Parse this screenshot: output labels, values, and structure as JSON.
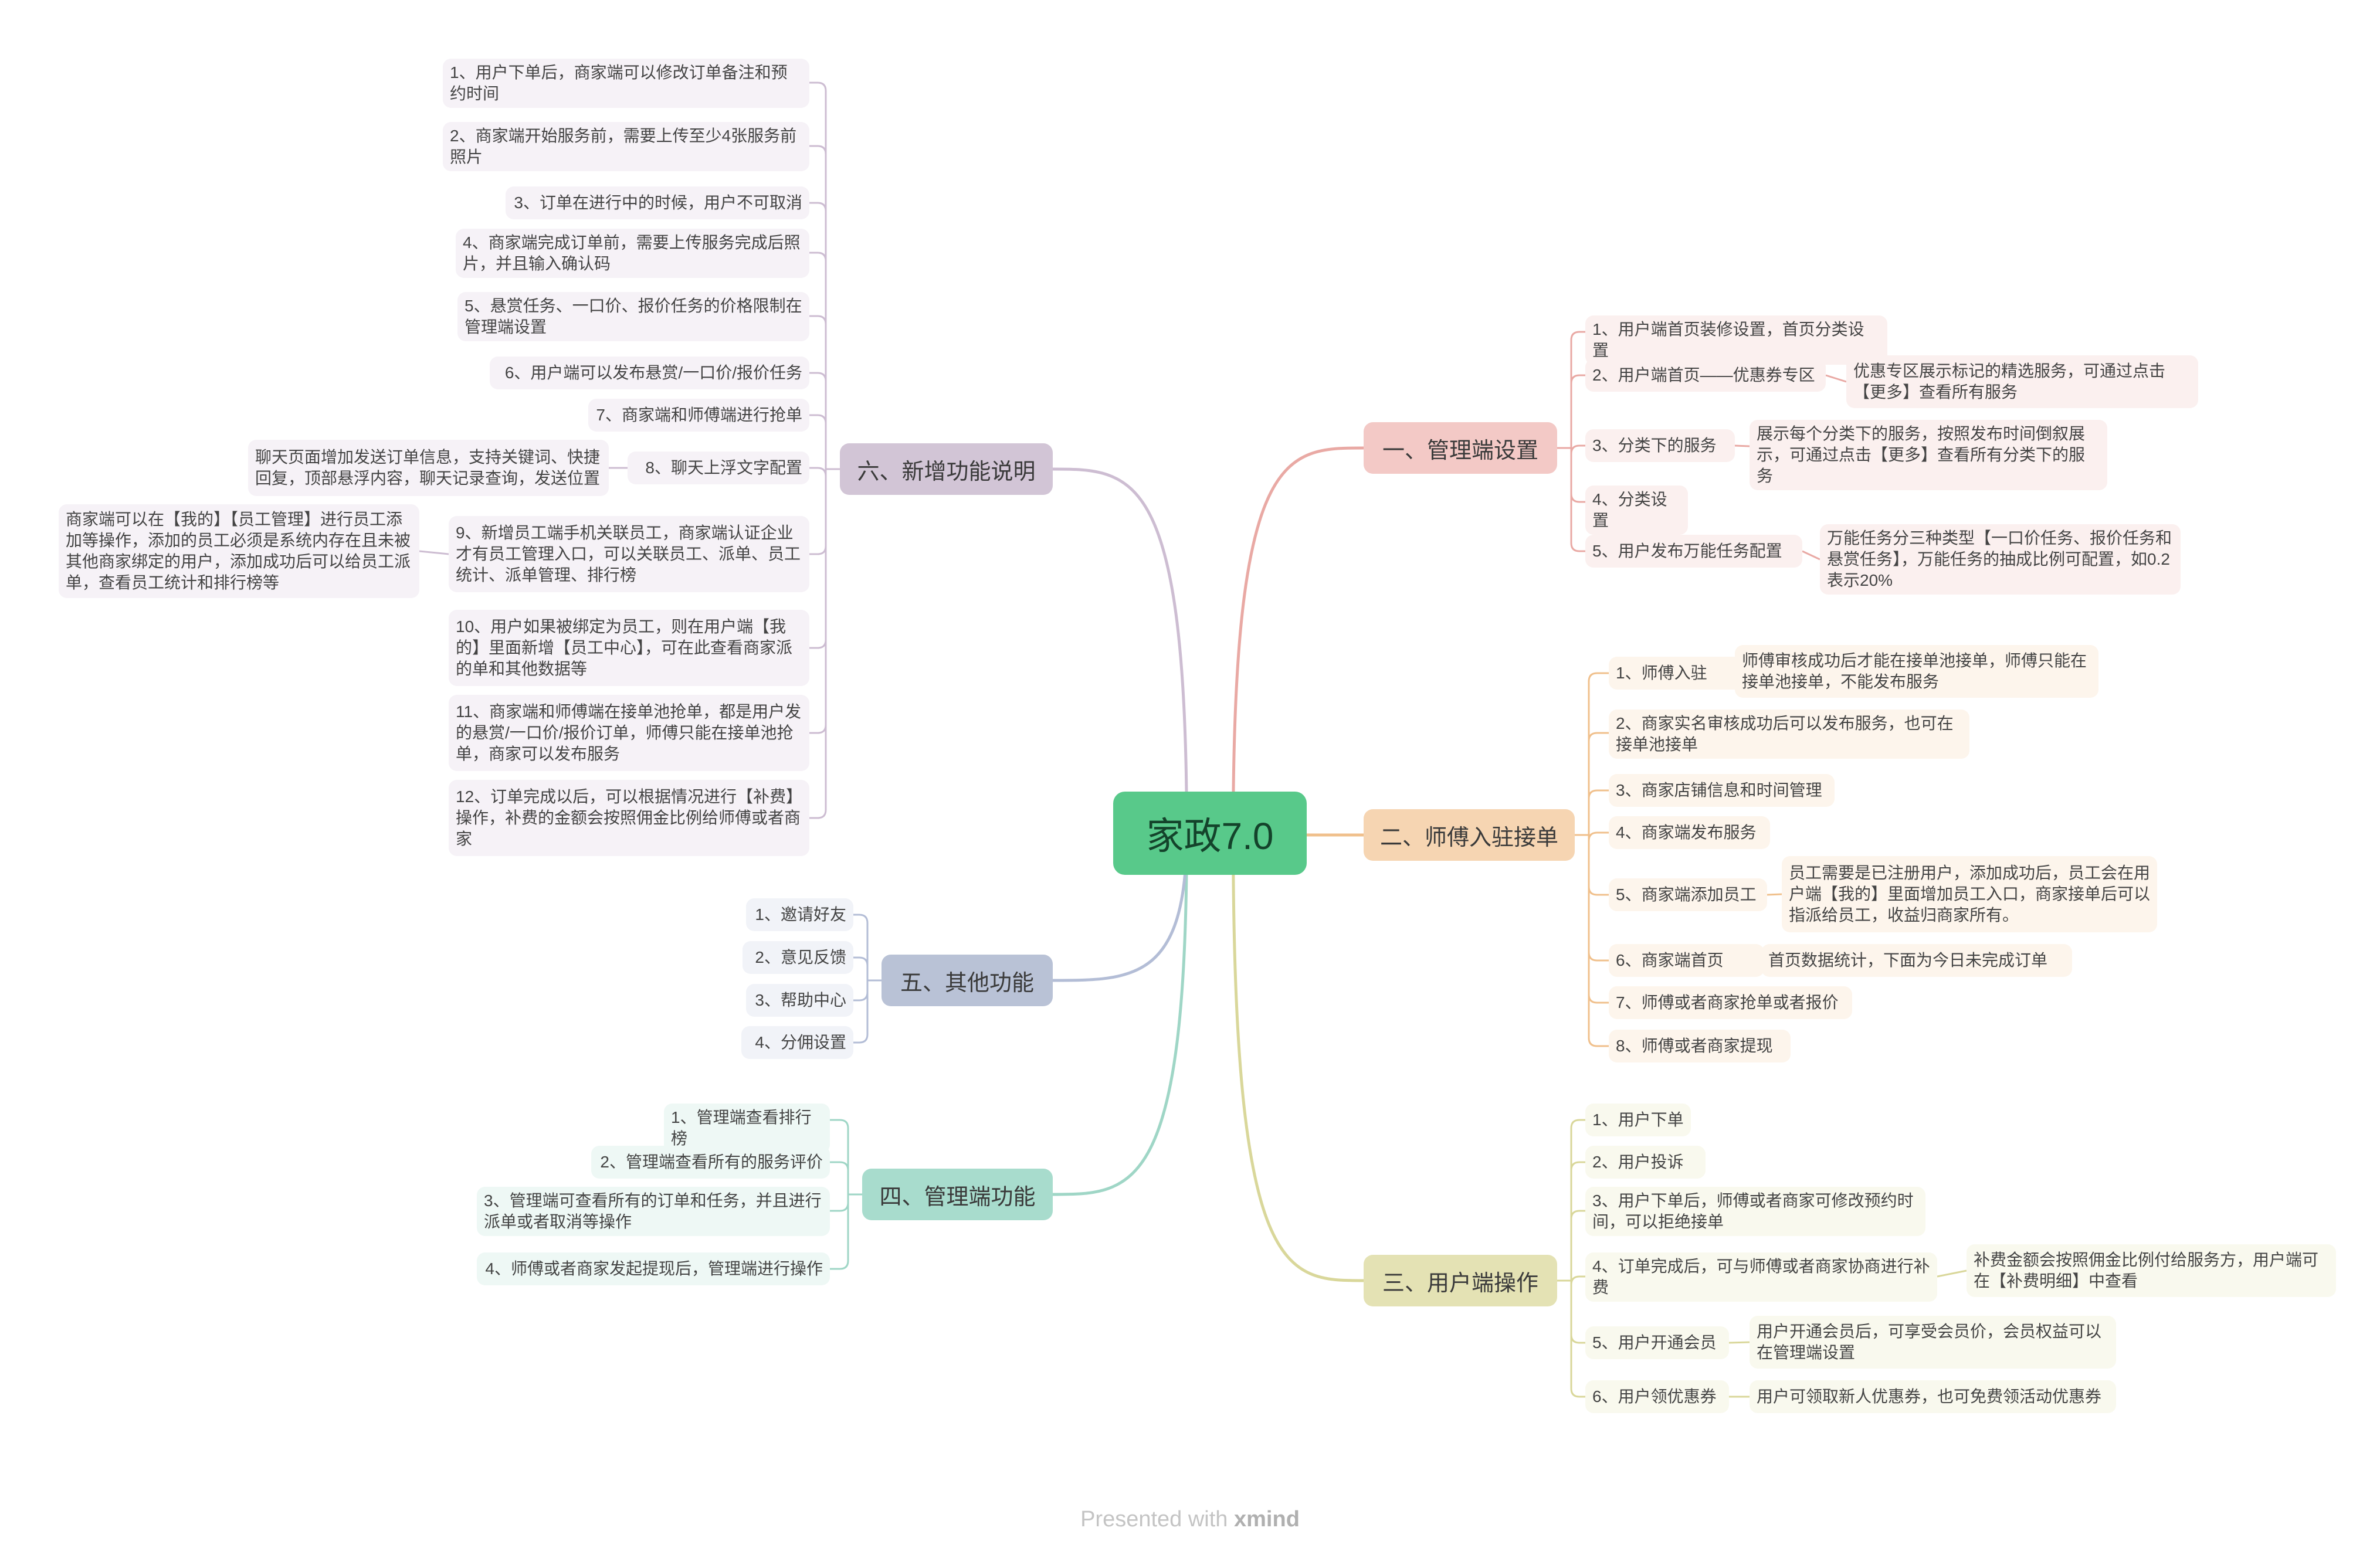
{
  "root": {
    "label": "家政7.0",
    "color": "#58c98a"
  },
  "branches": [
    {
      "id": "b1",
      "label": "一、管理端设置",
      "side": "right",
      "color": "#e9a9a4",
      "bg": "#f3c9c6",
      "light": "#fbf0ef",
      "items": [
        {
          "label": "1、用户端首页装修设置，首页分类设置"
        },
        {
          "label": "2、用户端首页——优惠券专区",
          "detail": "优惠专区展示标记的精选服务，可通过点击【更多】查看所有服务"
        },
        {
          "label": "3、分类下的服务",
          "detail": "展示每个分类下的服务，按照发布时间倒叙展示，可通过点击【更多】查看所有分类下的服务"
        },
        {
          "label": "4、分类设置"
        },
        {
          "label": "5、用户发布万能任务配置",
          "detail": "万能任务分三种类型【一口价任务、报价任务和悬赏任务】，万能任务的抽成比例可配置，如0.2表示20%"
        }
      ]
    },
    {
      "id": "b2",
      "label": "二、师傅入驻接单",
      "side": "right",
      "color": "#f0c08c",
      "bg": "#f6d5b2",
      "light": "#fdf5ec",
      "items": [
        {
          "label": "1、师傅入驻",
          "detail": "师傅审核成功后才能在接单池接单，师傅只能在接单池接单，不能发布服务"
        },
        {
          "label": "2、商家实名审核成功后可以发布服务，也可在接单池接单"
        },
        {
          "label": "3、商家店铺信息和时间管理"
        },
        {
          "label": "4、商家端发布服务"
        },
        {
          "label": "5、商家端添加员工",
          "detail": "员工需要是已注册用户，添加成功后，员工会在用户端【我的】里面增加员工入口，商家接单后可以指派给员工，收益归商家所有。"
        },
        {
          "label": "6、商家端首页",
          "detail": "首页数据统计，下面为今日未完成订单"
        },
        {
          "label": "7、师傅或者商家抢单或者报价"
        },
        {
          "label": "8、师傅或者商家提现"
        }
      ]
    },
    {
      "id": "b3",
      "label": "三、用户端操作",
      "side": "right",
      "color": "#d9d79a",
      "bg": "#e4e2b4",
      "light": "#f9f9ee",
      "items": [
        {
          "label": "1、用户下单"
        },
        {
          "label": "2、用户投诉"
        },
        {
          "label": "3、用户下单后，师傅或者商家可修改预约时间，可以拒绝接单"
        },
        {
          "label": "4、订单完成后，可与师傅或者商家协商进行补费",
          "detail": "补费金额会按照佣金比例付给服务方，用户端可在【补费明细】中查看"
        },
        {
          "label": "5、用户开通会员",
          "detail": "用户开通会员后，可享受会员价，会员权益可以在管理端设置"
        },
        {
          "label": "6、用户领优惠券",
          "detail": "用户可领取新人优惠券，也可免费领活动优惠券"
        }
      ]
    },
    {
      "id": "b4",
      "label": "四、管理端功能",
      "side": "left",
      "color": "#9fd6c6",
      "bg": "#a8dccd",
      "light": "#eef8f5",
      "items": [
        {
          "label": "1、管理端查看排行榜"
        },
        {
          "label": "2、管理端查看所有的服务评价"
        },
        {
          "label": "3、管理端可查看所有的订单和任务，并且进行派单或者取消等操作"
        },
        {
          "label": "4、师傅或者商家发起提现后，管理端进行操作"
        }
      ]
    },
    {
      "id": "b5",
      "label": "五、其他功能",
      "side": "left",
      "color": "#b3bdd6",
      "bg": "#b9c2d6",
      "light": "#f1f3f8",
      "items": [
        {
          "label": "1、邀请好友"
        },
        {
          "label": "2、意见反馈"
        },
        {
          "label": "3、帮助中心"
        },
        {
          "label": "4、分佣设置"
        }
      ]
    },
    {
      "id": "b6",
      "label": "六、新增功能说明",
      "side": "left",
      "color": "#cdbdd2",
      "bg": "#d2c5d6",
      "light": "#f6f2f7",
      "items": [
        {
          "label": "1、用户下单后，商家端可以修改订单备注和预约时间"
        },
        {
          "label": "2、商家端开始服务前，需要上传至少4张服务前照片"
        },
        {
          "label": "3、订单在进行中的时候，用户不可取消"
        },
        {
          "label": "4、商家端完成订单前，需要上传服务完成后照片，并且输入确认码"
        },
        {
          "label": "5、悬赏任务、一口价、报价任务的价格限制在管理端设置"
        },
        {
          "label": "6、用户端可以发布悬赏/一口价/报价任务"
        },
        {
          "label": "7、商家端和师傅端进行抢单"
        },
        {
          "label": "8、聊天上浮文字配置",
          "detail": "聊天页面增加发送订单信息，支持关键词、快捷回复，顶部悬浮内容，聊天记录查询，发送位置"
        },
        {
          "label": "9、新增员工端手机关联员工，商家端认证企业才有员工管理入口，可以关联员工、派单、员工统计、派单管理、排行榜",
          "detail": "商家端可以在【我的】【员工管理】进行员工添加等操作，添加的员工必须是系统内存在且未被其他商家绑定的用户，添加成功后可以给员工派单，查看员工统计和排行榜等"
        },
        {
          "label": "10、用户如果被绑定为员工，则在用户端【我的】里面新增【员工中心】，可在此查看商家派的单和其他数据等"
        },
        {
          "label": "11、商家端和师傅端在接单池抢单，都是用户发的悬赏/一口价/报价订单，师傅只能在接单池抢单，商家可以发布服务"
        },
        {
          "label": "12、订单完成以后，可以根据情况进行【补费】操作，补费的金额会按照佣金比例给师傅或者商家"
        }
      ]
    }
  ],
  "footer": {
    "prefix": "Presented with ",
    "brand": "xmind"
  }
}
